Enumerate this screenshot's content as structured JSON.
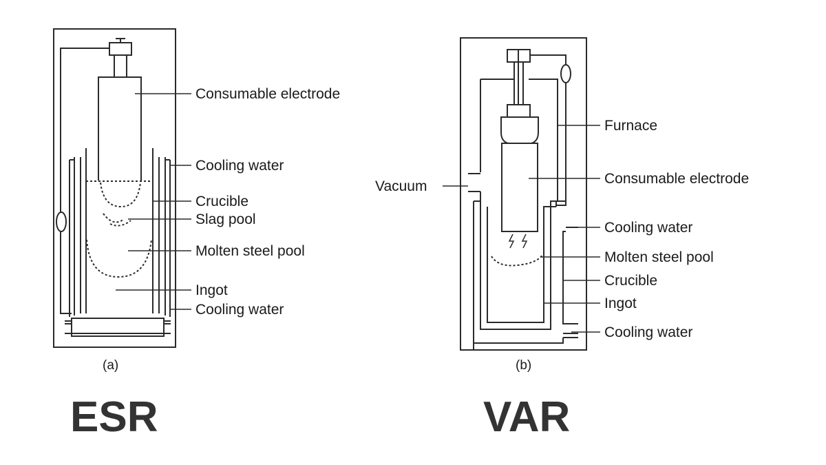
{
  "esr": {
    "labels": {
      "consumable_electrode": "Consumable electrode",
      "cooling_water_top": "Cooling water",
      "crucible": "Crucible",
      "slag_pool": "Slag pool",
      "molten_steel_pool": "Molten steel pool",
      "ingot": "Ingot",
      "cooling_water_bottom": "Cooling water"
    },
    "caption": "(a)",
    "title": "ESR"
  },
  "var": {
    "labels": {
      "furnace": "Furnace",
      "vacuum": "Vacuum",
      "consumable_electrode": "Consumable electrode",
      "cooling_water_top": "Cooling water",
      "molten_steel_pool": "Molten steel pool",
      "crucible": "Crucible",
      "ingot": "Ingot",
      "cooling_water_bottom": "Cooling water"
    },
    "caption": "(b)",
    "title": "VAR"
  }
}
